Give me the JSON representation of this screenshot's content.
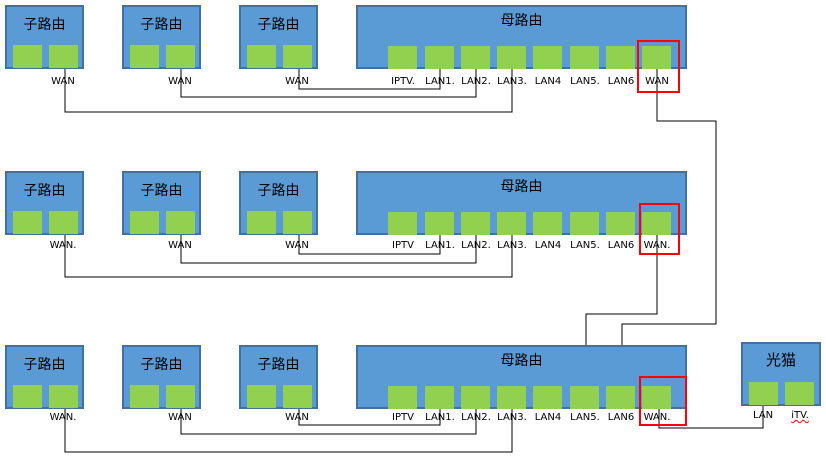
{
  "rows": [
    {
      "children": [
        {
          "title": "子路由",
          "wan_label": "WAN"
        },
        {
          "title": "子路由",
          "wan_label": "WAN"
        },
        {
          "title": "子路由",
          "wan_label": "WAN"
        }
      ],
      "main": {
        "title": "母路由",
        "ports": [
          "IPTV.",
          "LAN1.",
          "LAN2.",
          "LAN3.",
          "LAN4",
          "LAN5.",
          "LAN6",
          "WAN"
        ]
      }
    },
    {
      "children": [
        {
          "title": "子路由",
          "wan_label": "WAN."
        },
        {
          "title": "子路由",
          "wan_label": "WAN"
        },
        {
          "title": "子路由",
          "wan_label": "WAN"
        }
      ],
      "main": {
        "title": "母路由",
        "ports": [
          "IPTV",
          "LAN1.",
          "LAN2.",
          "LAN3.",
          "LAN4",
          "LAN5.",
          "LAN6",
          "WAN."
        ]
      }
    },
    {
      "children": [
        {
          "title": "子路由",
          "wan_label": "WAN."
        },
        {
          "title": "子路由",
          "wan_label": "WAN"
        },
        {
          "title": "子路由",
          "wan_label": "WAN"
        }
      ],
      "main": {
        "title": "母路由",
        "ports": [
          "IPTV",
          "LAN1.",
          "LAN2.",
          "LAN3.",
          "LAN4",
          "LAN5.",
          "LAN6",
          "WAN."
        ]
      }
    }
  ],
  "modem": {
    "title": "光猫",
    "ports": [
      "LAN",
      "iTV."
    ]
  },
  "colors": {
    "box": "#5b9bd5",
    "port": "#92d050",
    "highlight": "#ff0000"
  }
}
